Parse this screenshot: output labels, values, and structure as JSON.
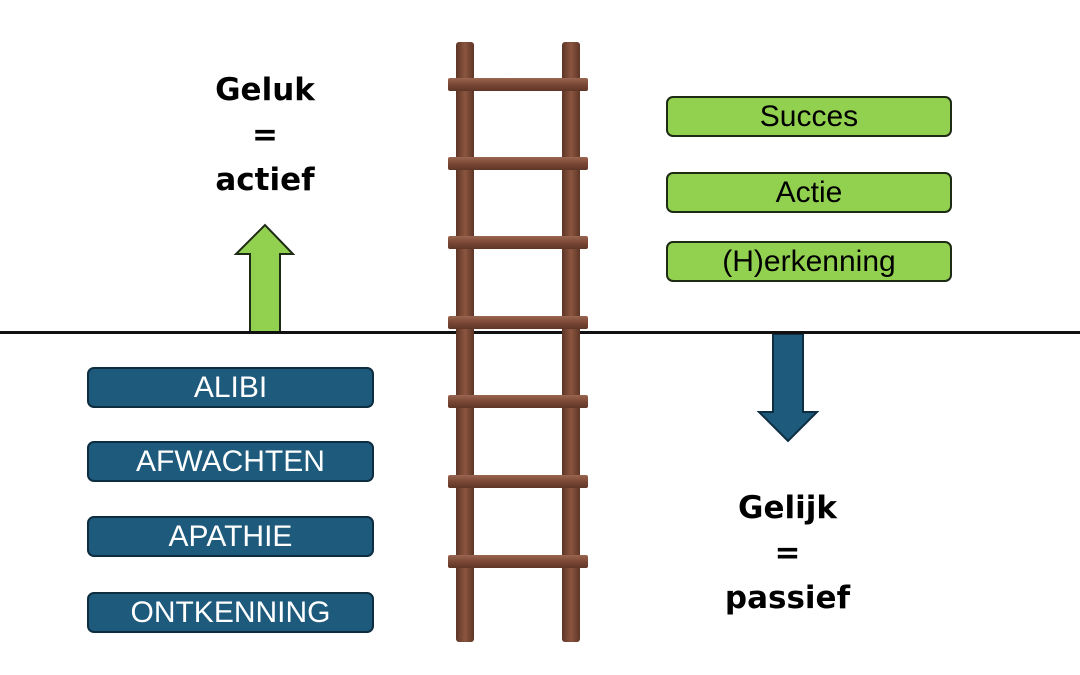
{
  "left_heading": {
    "line1": "Geluk",
    "line2": "=",
    "line3": "actief"
  },
  "right_heading": {
    "line1": "Gelijk",
    "line2": "=",
    "line3": "passief"
  },
  "green_boxes": [
    "Succes",
    "Actie",
    "(H)erkenning"
  ],
  "blue_boxes": [
    "ALIBI",
    "AFWACHTEN",
    "APATHIE",
    "ONTKENNING"
  ],
  "colors": {
    "green": "#92d050",
    "blue": "#1e5a7c",
    "ladder": "#7a4a36"
  },
  "icons": {
    "up_arrow": "arrow-up-icon",
    "down_arrow": "arrow-down-icon",
    "ladder": "ladder-icon"
  }
}
